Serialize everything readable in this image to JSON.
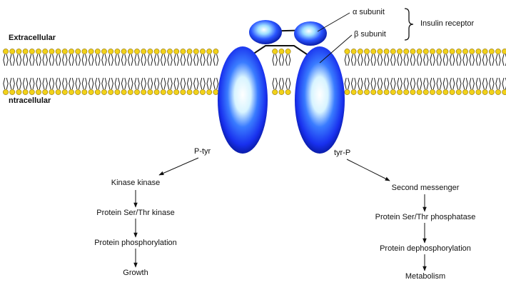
{
  "membrane": {
    "extracellular_label": "Extracellular",
    "intracellular_label": "ntracellular",
    "lipid_head_color": "#f2d21a",
    "tail_color": "#222222"
  },
  "receptor": {
    "alpha_label": "α subunit",
    "beta_label": "β subunit",
    "receptor_label": "Insulin receptor",
    "subunit_color": "#1a3cff",
    "highlight_color": "#ffffff"
  },
  "left_pathway": {
    "phospho_label": "P-tyr",
    "steps": [
      "Kinase kinase",
      "Protein Ser/Thr kinase",
      "Protein phosphorylation",
      "Growth"
    ]
  },
  "right_pathway": {
    "phospho_label": "tyr-P",
    "steps": [
      "Second messenger",
      "Protein Ser/Thr phosphatase",
      "Protein dephosphorylation",
      "Metabolism"
    ]
  }
}
